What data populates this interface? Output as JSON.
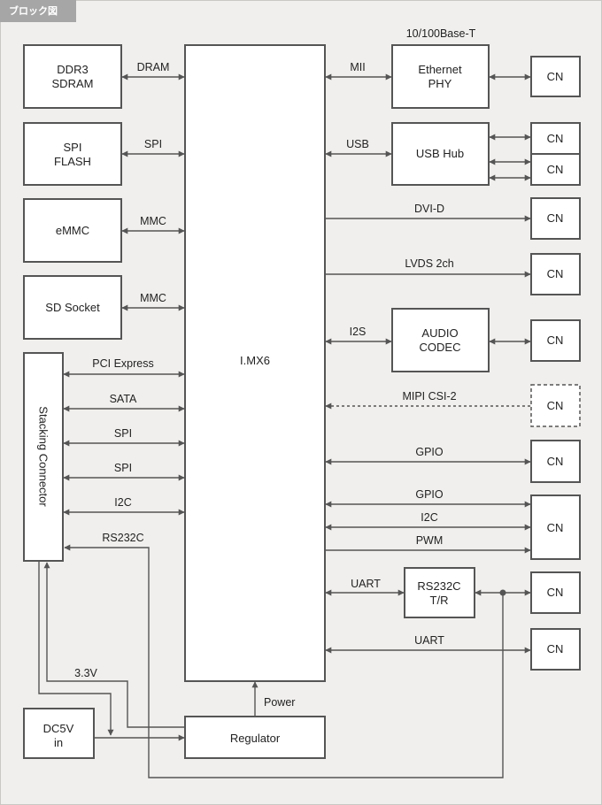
{
  "title": "ブロック図",
  "blocks": {
    "ddr3": [
      "DDR3",
      "SDRAM"
    ],
    "spi_flash": [
      "SPI",
      "FLASH"
    ],
    "emmc": "eMMC",
    "sd_socket": "SD Socket",
    "stacking_connector": "Stacking Connector",
    "imx6": "I.MX6",
    "regulator": "Regulator",
    "dc5v": [
      "DC5V",
      "in"
    ],
    "ethernet_phy": [
      "Ethernet",
      "PHY"
    ],
    "ethernet_phy_caption": "10/100Base-T",
    "usb_hub": "USB Hub",
    "audio_codec": [
      "AUDIO",
      "CODEC"
    ],
    "rs232c_tr": [
      "RS232C",
      "T/R"
    ],
    "cn": "CN"
  },
  "signals": {
    "dram": "DRAM",
    "spi_flash": "SPI",
    "mmc_emmc": "MMC",
    "mmc_sd": "MMC",
    "pci_express": "PCI Express",
    "sata": "SATA",
    "spi_1": "SPI",
    "spi_2": "SPI",
    "i2c_left": "I2C",
    "rs232c": "RS232C",
    "v33": "3.3V",
    "power": "Power",
    "mii": "MII",
    "usb": "USB",
    "dvi_d": "DVI-D",
    "lvds": "LVDS 2ch",
    "i2s": "I2S",
    "mipi": "MIPI CSI-2",
    "gpio_1": "GPIO",
    "gpio_2": "GPIO",
    "i2c_right": "I2C",
    "pwm": "PWM",
    "uart_1": "UART",
    "uart_2": "UART"
  }
}
